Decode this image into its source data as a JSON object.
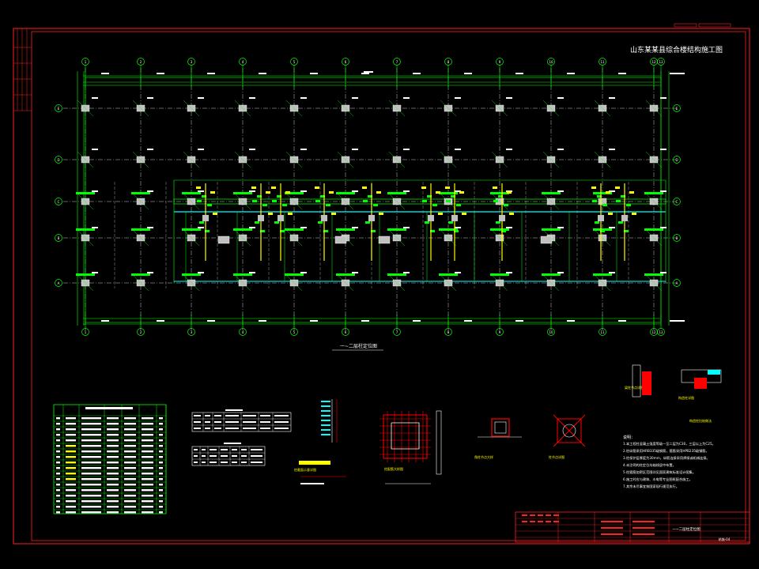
{
  "drawing": {
    "project_title": "山东某某县综合楼结构施工图",
    "plan_caption": "一~二层柱定位图",
    "axis_numbers": [
      "1",
      "2",
      "3",
      "4",
      "5",
      "6",
      "7",
      "8",
      "9",
      "10",
      "11",
      "12",
      "13"
    ],
    "axis_letters": [
      "A",
      "B",
      "C",
      "D",
      "E"
    ],
    "notes_title": "说明：",
    "notes_lines": [
      "1.本工程柱混凝土强度等级一至二层为C30，三层以上为C25。",
      "2.柱纵筋采用HRB335级钢筋，箍筋采用HPB235级钢筋。",
      "3.柱保护层厚度为30mm，纵筋连接采用焊接或机械连接。",
      "4.未注明的柱定位均轴线居中布置。",
      "5.柱箍筋加密区范围详见国家建筑标准设计图集。",
      "6.施工时应与建筑、水电等专业图纸配合施工。",
      "7.其余未尽事宜按国家现行规范执行。"
    ],
    "detail_captions": [
      "柱截面示意详图",
      "柱配筋大样图",
      "角柱节点大样",
      "柱节点详图",
      "梁柱节点详图",
      "构造柱详图",
      "构造柱拉结做法"
    ],
    "title_block": {
      "drawing_name": "一~二层柱定位图",
      "sheet_no": "结施-04"
    }
  },
  "colors": {
    "frame": "#ff2020",
    "grid": "#00ff00",
    "dim": "#ffffff",
    "column": "#c0c0c0",
    "wall": "#00ffff",
    "rebar": "#ff0000",
    "hatch": "#ffff00"
  }
}
